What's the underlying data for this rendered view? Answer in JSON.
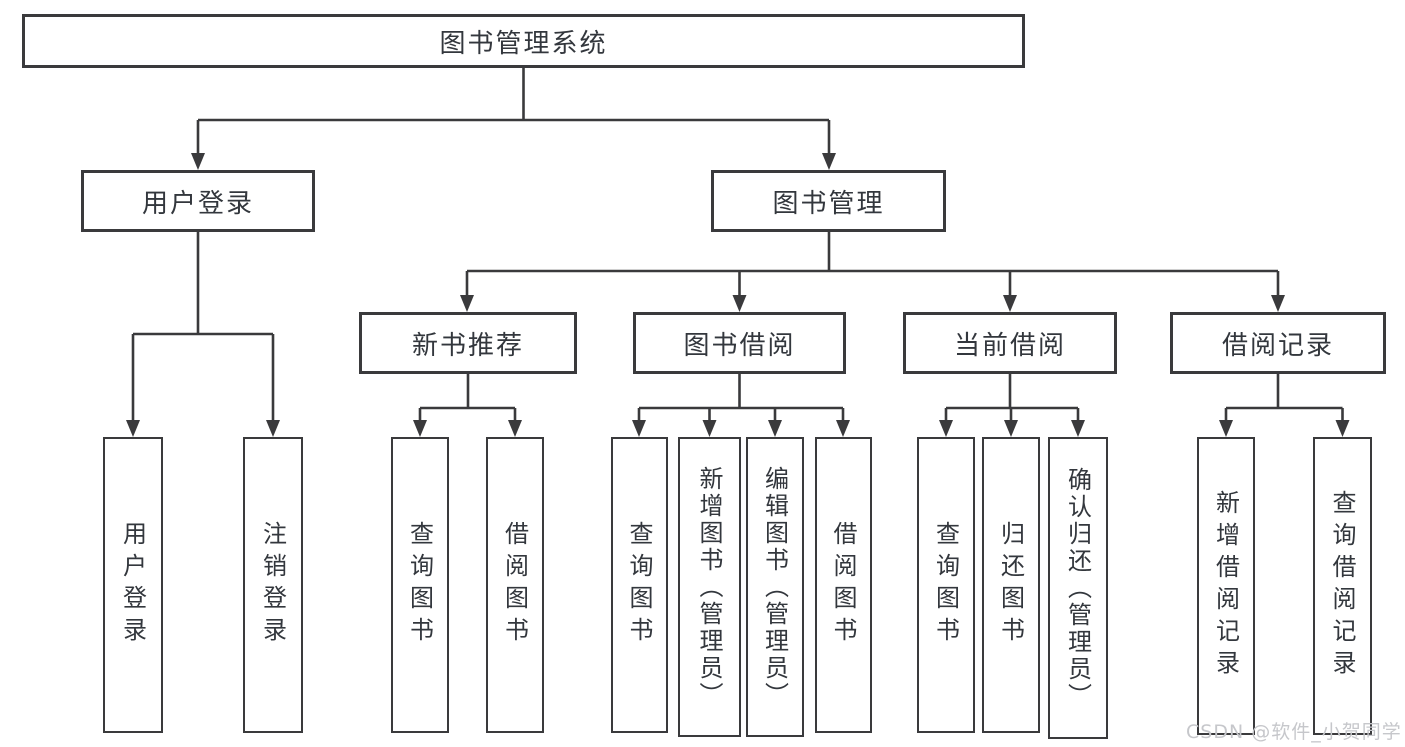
{
  "tree": {
    "label": "图书管理系统",
    "children": [
      {
        "label": "用户登录",
        "children": [
          {
            "label": "用户登录"
          },
          {
            "label": "注销登录"
          }
        ]
      },
      {
        "label": "图书管理",
        "children": [
          {
            "label": "新书推荐",
            "children": [
              {
                "label": "查询图书"
              },
              {
                "label": "借阅图书"
              }
            ]
          },
          {
            "label": "图书借阅",
            "children": [
              {
                "label": "查询图书"
              },
              {
                "label": "新增图书（管理员）"
              },
              {
                "label": "编辑图书（管理员）"
              },
              {
                "label": "借阅图书"
              }
            ]
          },
          {
            "label": "当前借阅",
            "children": [
              {
                "label": "查询图书"
              },
              {
                "label": "归还图书"
              },
              {
                "label": "确认归还（管理员）"
              }
            ]
          },
          {
            "label": "借阅记录",
            "children": [
              {
                "label": "新增借阅记录"
              },
              {
                "label": "查询借阅记录"
              }
            ]
          }
        ]
      }
    ]
  },
  "watermark": {
    "text": "CSDN @软件_小贺同学"
  },
  "colors": {
    "line": "#3a3a3c",
    "box_border": "#3a3a3c",
    "text": "#33373d",
    "watermark": "#c6c7cb",
    "background": "#ffffff"
  }
}
